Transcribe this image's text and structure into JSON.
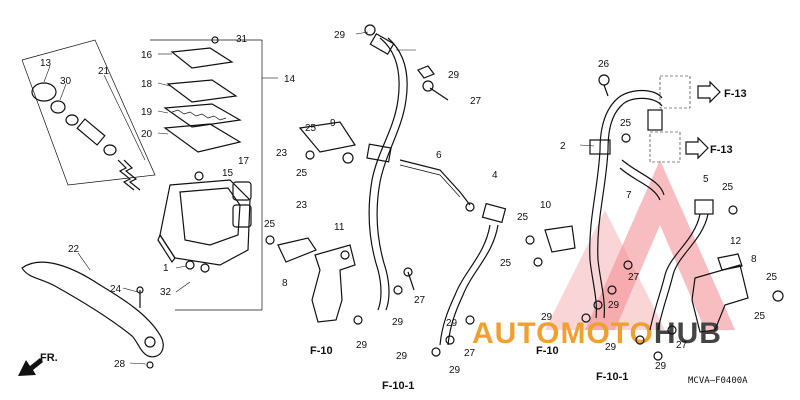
{
  "diagram": {
    "code": "MCVA–F0400A",
    "front_label": "FR.",
    "watermark": {
      "text": "AUTOMOTOHUB",
      "colors": {
        "red": "#e8272d",
        "orange": "#f0a030",
        "gray": "#444444"
      }
    },
    "callouts": {
      "c1": "1",
      "c2": "2",
      "c4": "4",
      "c5": "5",
      "c6": "6",
      "c7": "7",
      "c8a": "8",
      "c8b": "8",
      "c9": "9",
      "c10": "10",
      "c11": "11",
      "c12": "12",
      "c13": "13",
      "c14": "14",
      "c15": "15",
      "c16": "16",
      "c17": "17",
      "c18": "18",
      "c19": "19",
      "c20": "20",
      "c21": "21",
      "c22": "22",
      "c23a": "23",
      "c23b": "23",
      "c24": "24",
      "c25a": "25",
      "c25b": "25",
      "c25c": "25",
      "c25d": "25",
      "c25e": "25",
      "c25f": "25",
      "c25g": "25",
      "c25h": "25",
      "c25i": "25",
      "c26": "26",
      "c27a": "27",
      "c27b": "27",
      "c27c": "27",
      "c27d": "27",
      "c27e": "27",
      "c28": "28",
      "c29a": "29",
      "c29b": "29",
      "c29c": "29",
      "c29d": "29",
      "c29e": "29",
      "c29f": "29",
      "c29g": "29",
      "c29h": "29",
      "c29i": "29",
      "c30": "30",
      "c31": "31",
      "c32": "32"
    },
    "refs": {
      "f13a": "F-13",
      "f13b": "F-13",
      "f10a": "F-10",
      "f10b": "F-10",
      "f101a": "F-10-1",
      "f101b": "F-10-1"
    }
  }
}
